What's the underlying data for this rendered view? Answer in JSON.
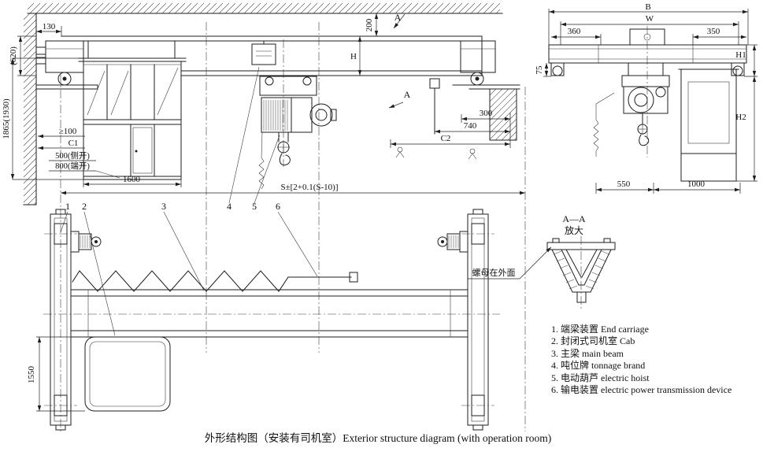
{
  "caption": "外形结构图（安装有司机室）Exterior structure diagram (with operation room)",
  "front": {
    "d130": "130",
    "d620": "(620)",
    "d1865": "1865(1930)",
    "ge100": "≥100",
    "c1": "C1",
    "d500_side": "500(侧开)",
    "d800_end": "800(端开)",
    "d1600": "1600",
    "d200": "200",
    "h": "H",
    "section_a": "A",
    "d300": "300",
    "d740": "740",
    "c2": "C2",
    "span": "S±[2+0.1(S-10)]"
  },
  "side": {
    "b": "B",
    "w": "W",
    "d360": "360",
    "d350": "350",
    "d75": "75",
    "h1": "H1",
    "h2": "H2",
    "d550": "550",
    "d1000": "1000"
  },
  "plan": {
    "d1550": "1550"
  },
  "detail": {
    "title": "A—A",
    "subtitle": "放大",
    "note": "螺母在外面"
  },
  "callouts": [
    "1",
    "2",
    "3",
    "4",
    "5",
    "6"
  ],
  "legend": {
    "items": [
      "1. 端梁装置 End carriage",
      "2. 封闭式司机室 Cab",
      "3. 主梁 main beam",
      "4. 吨位牌 tonnage brand",
      "5. 电动葫芦 electric hoist",
      "6. 输电装置 electric power transmission device"
    ]
  }
}
